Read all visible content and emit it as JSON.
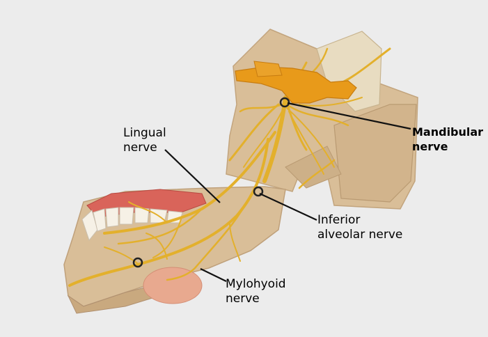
{
  "labels": {
    "lingual": {
      "line1": "Lingual",
      "line2": "nerve"
    },
    "mandibular": {
      "line1": "Mandibular",
      "line2": "nerve"
    },
    "inferior": {
      "line1": "Inferior",
      "line2": "alveolar nerve"
    },
    "mylohyoid": {
      "line1": "Mylohyoid",
      "line2": "nerve"
    }
  },
  "colors": {
    "background": "#ececec",
    "bone": "#d9be98",
    "bone_dark": "#c9a97f",
    "nerve": "#e3b02c",
    "ganglion": "#e89a1a",
    "gum": "#d9645a",
    "tooth": "#f6f1e6",
    "leader": "#111111"
  }
}
